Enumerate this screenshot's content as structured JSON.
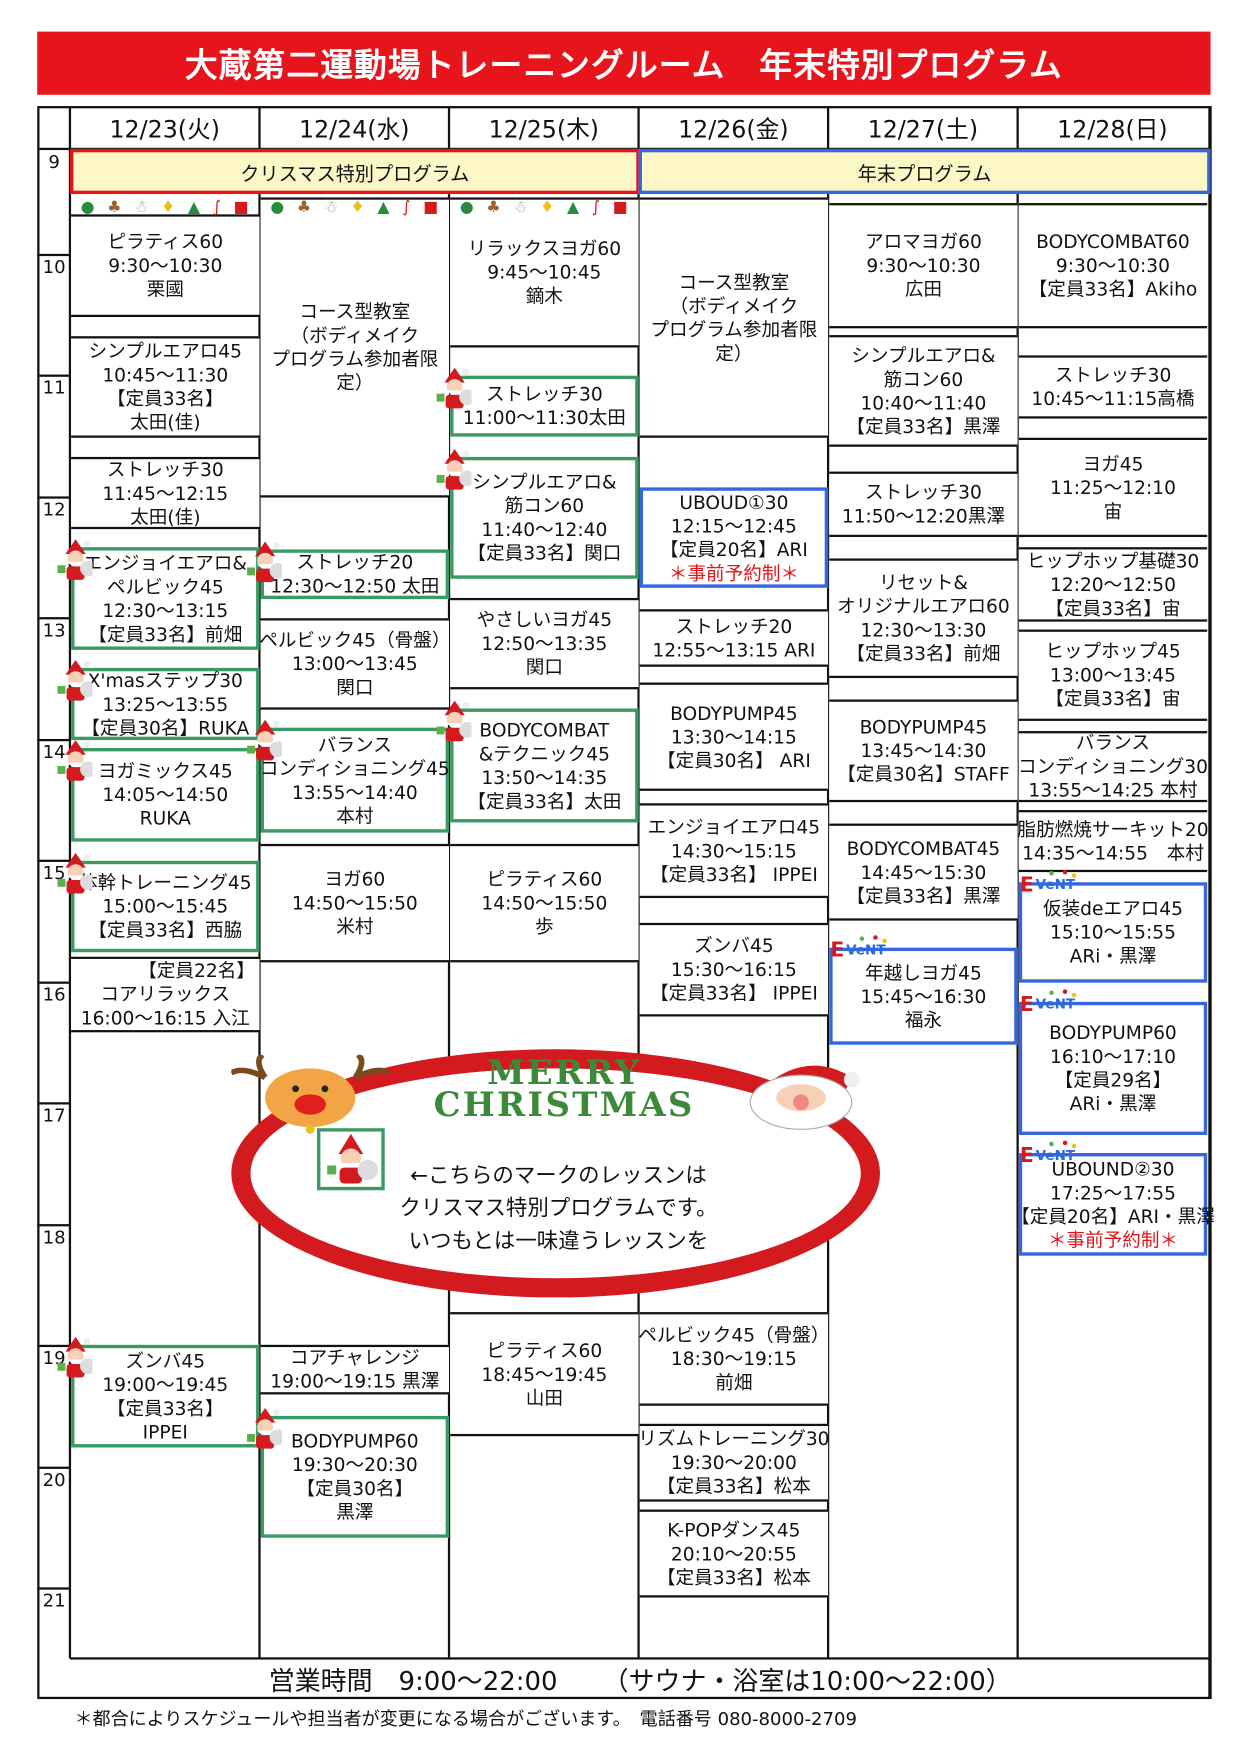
{
  "title": "大蔵第二運動場トレーニングルーム　年末特別プログラム",
  "days": [
    "12/23(火)",
    "12/24(水)",
    "12/25(木)",
    "12/26(金)",
    "12/27(土)",
    "12/28(日)"
  ],
  "hours": [
    "9",
    "10",
    "11",
    "12",
    "13",
    "14",
    "15",
    "16",
    "17",
    "18",
    "19",
    "20",
    "21"
  ],
  "banners": {
    "christmas": "クリスマス特別プログラム",
    "year_end": "年末プログラム"
  },
  "colors": {
    "title_bg": "#e8141c",
    "christmas_border": "#e8141c",
    "year_end_border": "#3366e0",
    "christmas_lesson_border": "#3a9a63",
    "banner_fill": "#fcf7c5"
  },
  "events": [
    {
      "lines": [
        "ピラティス60",
        "9:30～10:30",
        "栗國"
      ],
      "style": "plain"
    },
    {
      "lines": [
        "シンプルエアロ45",
        "10:45～11:30",
        "【定員33名】",
        "太田(佳)"
      ],
      "style": "plain"
    },
    {
      "lines": [
        "ストレッチ30",
        "11:45～12:15",
        "太田(佳)"
      ],
      "style": "plain"
    },
    {
      "lines": [
        "エンジョイエアロ&",
        "ペルビック45",
        "12:30～13:15",
        "【定員33名】前畑"
      ],
      "style": "green",
      "badge": "santa"
    },
    {
      "lines": [
        "X'masステップ30",
        "13:25～13:55",
        "【定員30名】RUKA"
      ],
      "style": "green",
      "badge": "santa"
    },
    {
      "lines": [
        "ヨガミックス45",
        "14:05～14:50",
        "RUKA"
      ],
      "style": "green",
      "badge": "santa"
    },
    {
      "lines": [
        "体幹トレーニング45",
        "15:00～15:45",
        "【定員33名】西脇"
      ],
      "style": "green",
      "badge": "santa"
    },
    {
      "lines": [
        "【定員22名】",
        "コアリラックス",
        "16:00～16:15 入江"
      ],
      "style": "plain"
    },
    {
      "lines": [
        "ズンバ45",
        "19:00～19:45",
        "【定員33名】",
        "IPPEI"
      ],
      "style": "green",
      "badge": "santa"
    },
    {
      "lines": [
        "コース型教室",
        "（ボディメイク",
        "プログラム参加者限",
        "定）"
      ],
      "style": "plain"
    },
    {
      "lines": [
        "ストレッチ20",
        "12:30～12:50 太田"
      ],
      "style": "green",
      "badge": "santa"
    },
    {
      "lines": [
        "ペルビック45（骨盤）",
        "13:00～13:45",
        "関口"
      ],
      "style": "plain"
    },
    {
      "lines": [
        "バランス",
        "コンディショニング45",
        "13:55～14:40",
        "本村"
      ],
      "style": "green",
      "badge": "santa"
    },
    {
      "lines": [
        "ヨガ60",
        "14:50～15:50",
        "米村"
      ],
      "style": "plain"
    },
    {
      "lines": [
        "コアチャレンジ",
        "19:00～19:15 黒澤"
      ],
      "style": "plain"
    },
    {
      "lines": [
        "BODYPUMP60",
        "19:30～20:30",
        "【定員30名】",
        "黒澤"
      ],
      "style": "green",
      "badge": "santa"
    },
    {
      "lines": [
        "リラックスヨガ60",
        "9:45～10:45",
        "鏑木"
      ],
      "style": "plain"
    },
    {
      "lines": [
        "ストレッチ30",
        "11:00～11:30太田"
      ],
      "style": "green",
      "badge": "santa"
    },
    {
      "lines": [
        "シンプルエアロ&",
        "筋コン60",
        "11:40～12:40",
        "【定員33名】関口"
      ],
      "style": "green",
      "badge": "santa"
    },
    {
      "lines": [
        "やさしいヨガ45",
        "12:50～13:35",
        "関口"
      ],
      "style": "plain"
    },
    {
      "lines": [
        "BODYCOMBAT",
        "&テクニック45",
        "13:50～14:35",
        "【定員33名】太田"
      ],
      "style": "green",
      "badge": "santa"
    },
    {
      "lines": [
        "ピラティス60",
        "14:50～15:50",
        "歩"
      ],
      "style": "plain"
    },
    {
      "lines": [
        "ピラティス60",
        "18:45～19:45",
        "山田"
      ],
      "style": "plain"
    },
    {
      "lines": [
        "コース型教室",
        "（ボディメイク",
        "プログラム参加者限",
        "定）"
      ],
      "style": "plain"
    },
    {
      "lines": [
        "UBOUD①30",
        "12:15～12:45",
        "【定員20名】ARI"
      ],
      "note": "＊事前予約制＊",
      "style": "blue"
    },
    {
      "lines": [
        "ストレッチ20",
        "12:55～13:15 ARI"
      ],
      "style": "plain"
    },
    {
      "lines": [
        "BODYPUMP45",
        "13:30～14:15",
        "【定員30名】 ARI"
      ],
      "style": "plain"
    },
    {
      "lines": [
        "エンジョイエアロ45",
        "14:30～15:15",
        "【定員33名】 IPPEI"
      ],
      "style": "plain"
    },
    {
      "lines": [
        "ズンバ45",
        "15:30～16:15",
        "【定員33名】 IPPEI"
      ],
      "style": "plain"
    },
    {
      "lines": [
        "ペルビック45（骨盤）",
        "18:30～19:15",
        "前畑"
      ],
      "style": "plain"
    },
    {
      "lines": [
        "リズムトレーニング30",
        "19:30～20:00",
        "【定員33名】松本"
      ],
      "style": "plain"
    },
    {
      "lines": [
        "K-POPダンス45",
        "20:10～20:55",
        "【定員33名】松本"
      ],
      "style": "plain"
    },
    {
      "lines": [
        "アロマヨガ60",
        "9:30～10:30",
        "広田"
      ],
      "style": "plain"
    },
    {
      "lines": [
        "シンプルエアロ&",
        "筋コン60",
        "10:40～11:40",
        "【定員33名】黒澤"
      ],
      "style": "plain"
    },
    {
      "lines": [
        "ストレッチ30",
        "11:50～12:20黒澤"
      ],
      "style": "plain"
    },
    {
      "lines": [
        "リセット&",
        "オリジナルエアロ60",
        "12:30～13:30",
        "【定員33名】前畑"
      ],
      "style": "plain"
    },
    {
      "lines": [
        "BODYPUMP45",
        "13:45～14:30",
        "【定員30名】STAFF"
      ],
      "style": "plain"
    },
    {
      "lines": [
        "BODYCOMBAT45",
        "14:45～15:30",
        "【定員33名】黒澤"
      ],
      "style": "plain"
    },
    {
      "lines": [
        "年越しヨガ45",
        "15:45～16:30",
        "福永"
      ],
      "style": "blue",
      "badge": "event"
    },
    {
      "lines": [
        "BODYCOMBAT60",
        "9:30～10:30",
        "【定員33名】Akiho"
      ],
      "style": "plain"
    },
    {
      "lines": [
        "ストレッチ30",
        "10:45～11:15高橋"
      ],
      "style": "plain"
    },
    {
      "lines": [
        "ヨガ45",
        "11:25～12:10",
        "宙"
      ],
      "style": "plain"
    },
    {
      "lines": [
        "ヒップホップ基礎30",
        "12:20～12:50",
        "【定員33名】宙"
      ],
      "style": "plain"
    },
    {
      "lines": [
        "ヒップホップ45",
        "13:00～13:45",
        "【定員33名】宙"
      ],
      "style": "plain"
    },
    {
      "lines": [
        "バランス",
        "コンディショニング30",
        "13:55～14:25 本村"
      ],
      "style": "plain"
    },
    {
      "lines": [
        "脂肪燃焼サーキット20",
        "14:35～14:55　本村"
      ],
      "style": "plain"
    },
    {
      "lines": [
        "仮装deエアロ45",
        "15:10～15:55",
        "ARi・黒澤"
      ],
      "style": "blue",
      "badge": "event"
    },
    {
      "lines": [
        "BODYPUMP60",
        "16:10～17:10",
        "【定員29名】",
        "ARi・黒澤"
      ],
      "style": "blue",
      "badge": "event"
    },
    {
      "lines": [
        "UBOUND②30",
        "17:25～17:55",
        "【定員20名】ARI・黒澤"
      ],
      "note": "＊事前予約制＊",
      "style": "blue",
      "badge": "event"
    }
  ],
  "christmas_card": {
    "greeting": "MERRY CHRISTMAS",
    "message": [
      "←こちらのマークのレッスンは",
      "クリスマス特別プログラムです。",
      "いつもとは一味違うレッスンを"
    ]
  },
  "footer": {
    "hours": "営業時間　9:00～22:00",
    "sauna": "（サウナ・浴室は10:00～22:00）"
  },
  "note": "＊都合によりスケジュールや担当者が変更になる場合がございます。　電話番号 080-8000-2709"
}
